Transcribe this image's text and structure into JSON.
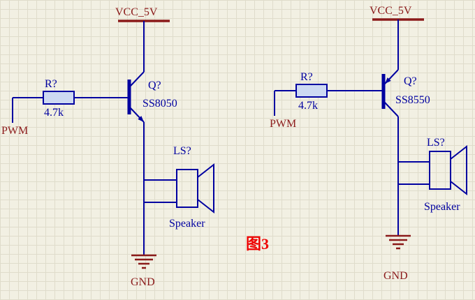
{
  "caption": {
    "text": "图3"
  },
  "colors": {
    "wire": "#0000A0",
    "component": "#0000A0",
    "net_label": "#8B1A1A",
    "caption": "#EE0000",
    "background": "#F2F0E3",
    "grid_line": "#DFDCCB",
    "resistor_fill": "#CDD9F2"
  },
  "left_circuit": {
    "power_net": "VCC_5V",
    "input_net": "PWM",
    "ground_net": "GND",
    "resistor_ref": "R?",
    "resistor_value": "4.7k",
    "transistor_ref": "Q?",
    "transistor_part": "SS8050",
    "speaker_ref": "LS?",
    "speaker_label": "Speaker"
  },
  "right_circuit": {
    "power_net": "VCC_5V",
    "input_net": "PWM",
    "ground_net": "GND",
    "resistor_ref": "R?",
    "resistor_value": "4.7k",
    "transistor_ref": "Q?",
    "transistor_part": "SS8550",
    "speaker_ref": "LS?",
    "speaker_label": "Speaker"
  }
}
